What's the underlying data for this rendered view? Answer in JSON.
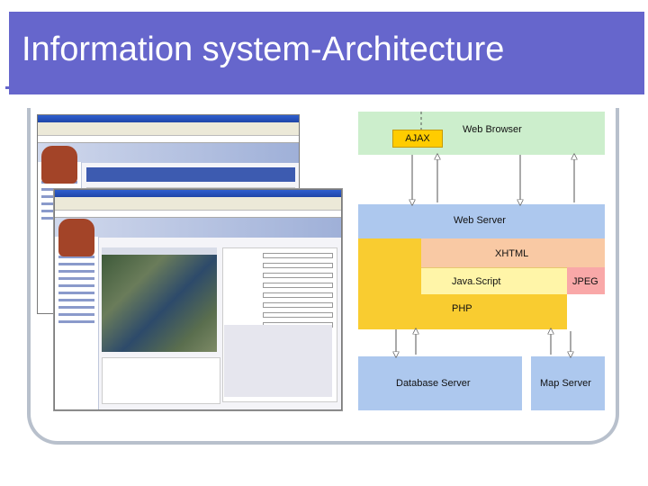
{
  "slide": {
    "title": "Information system-Architecture"
  },
  "colors": {
    "title_bar": "#6666cc",
    "frame": "#b8c0cc",
    "web_browser": "#cceecc",
    "ajax": "#ffcc00",
    "server": "#adc8ee",
    "xhtml": "#f9c9a4",
    "javascript": "#fff5a8",
    "jpeg": "#f9a8a8",
    "php": "#f9cc30"
  },
  "diagram": {
    "web_browser": "Web Browser",
    "ajax": "AJAX",
    "web_server": "Web Server",
    "xhtml": "XHTML",
    "javascript": "Java.Script",
    "jpeg": "JPEG",
    "php": "PHP",
    "database_server": "Database Server",
    "map_server": "Map Server"
  }
}
